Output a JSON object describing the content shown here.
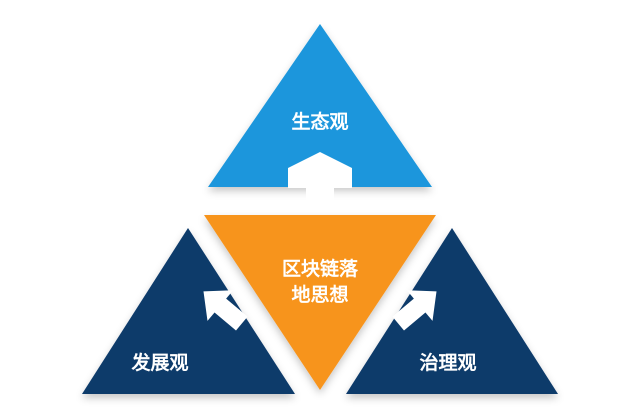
{
  "diagram": {
    "center": {
      "line1": "区块链落",
      "line2": "地思想"
    },
    "top": {
      "label": "生态观"
    },
    "left": {
      "label": "发展观"
    },
    "right": {
      "label": "治理观"
    }
  },
  "colors": {
    "top_triangle": "#1a96dc",
    "side_triangles": "#0d3a6b",
    "center_triangle": "#f7941d",
    "arrows": "#ffffff",
    "text": "#ffffff"
  }
}
